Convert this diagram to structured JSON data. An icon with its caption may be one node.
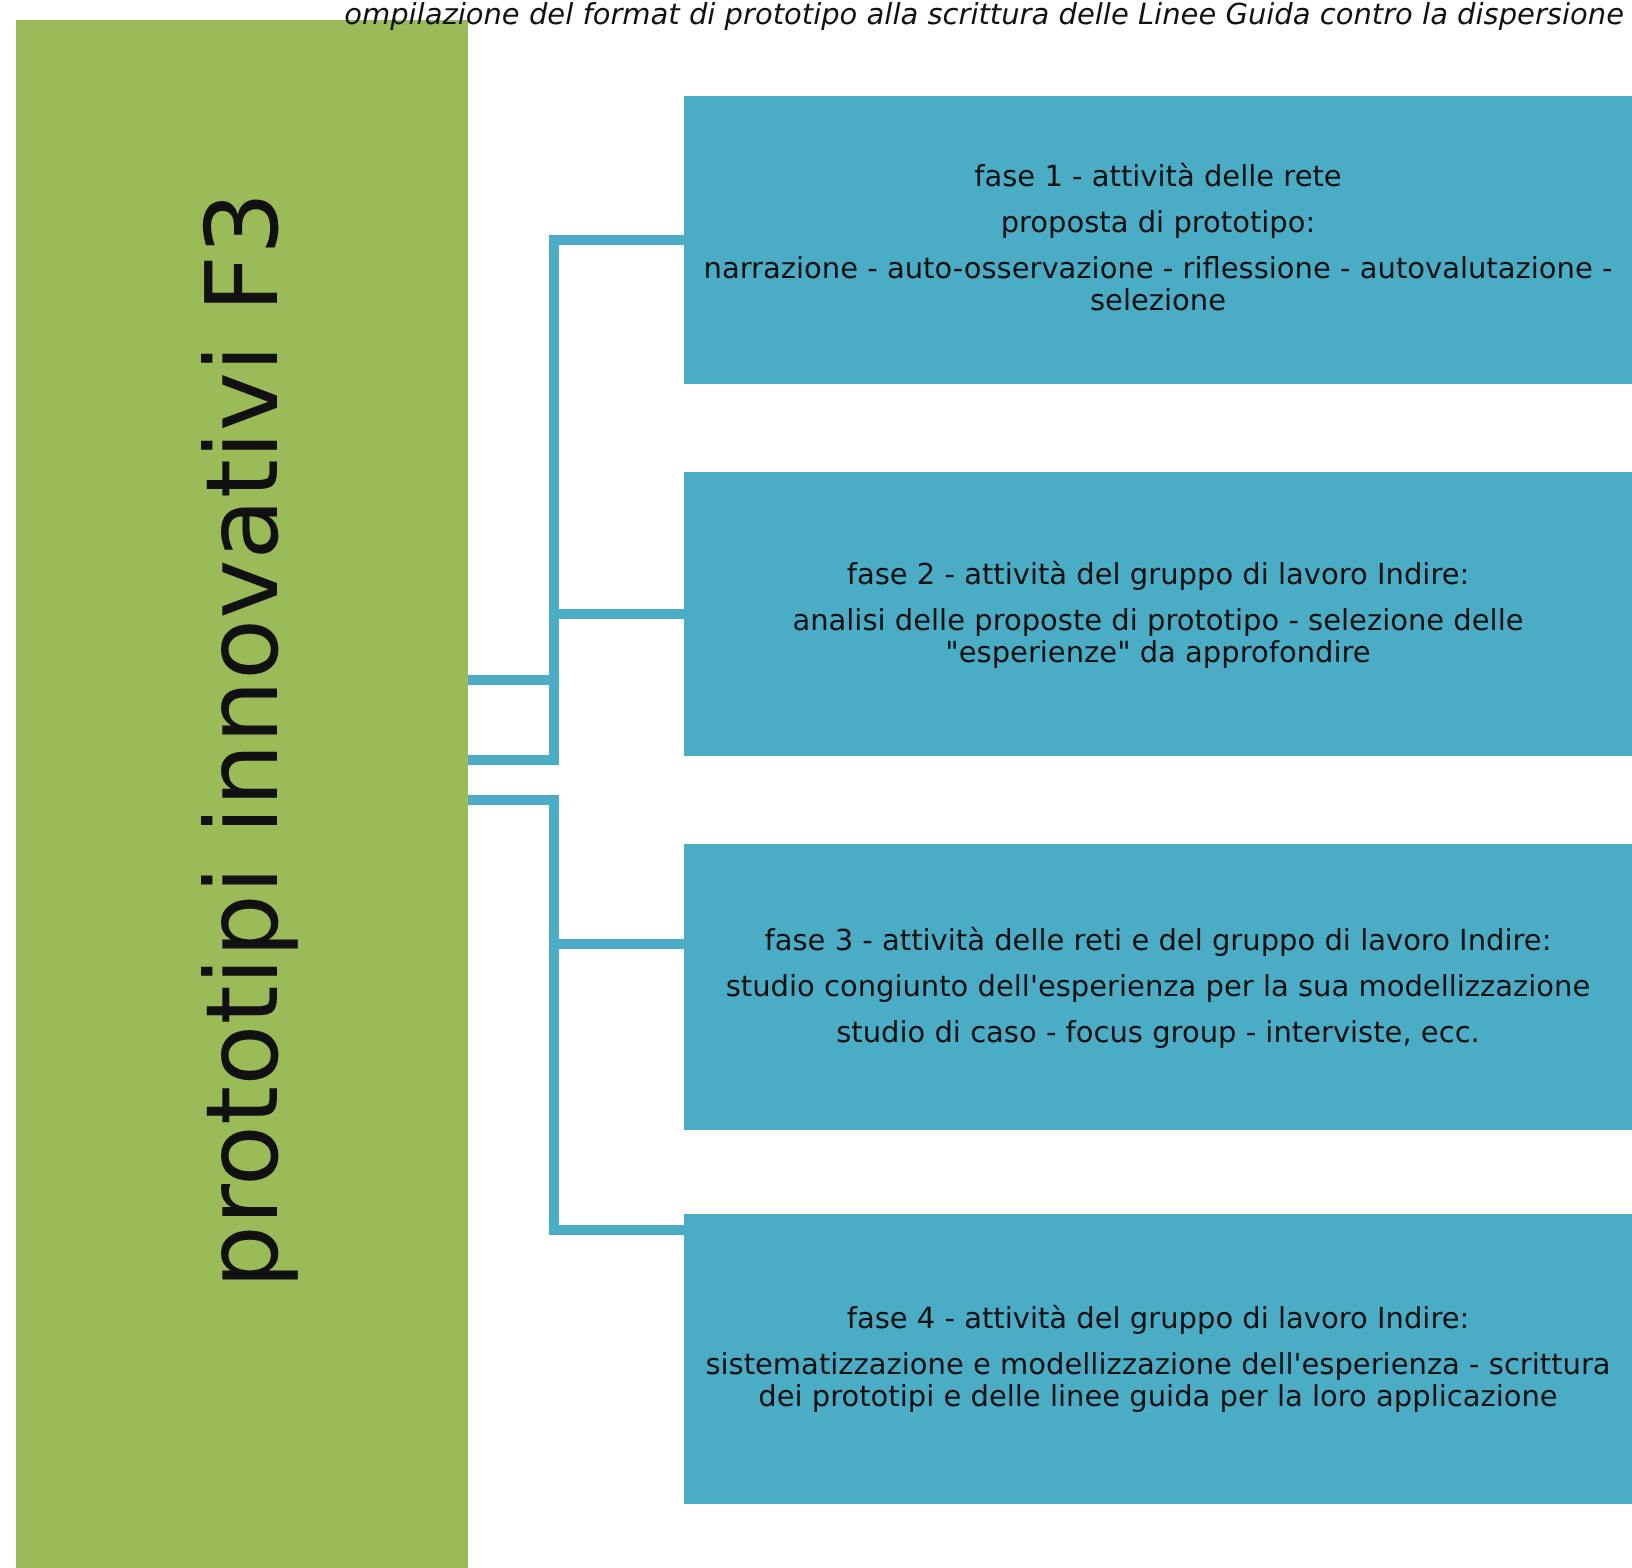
{
  "diagram": {
    "nodes": [
      {
        "text": [
          "prototipi innovativi F3"
        ]
      },
      {
        "text": [
          "fase 1 - attività delle rete",
          "proposta di prototipo:",
          "narrazione - auto-osservazione - riflessione - autovalutazione - selezione"
        ]
      },
      {
        "text": [
          "fase 2 - attività del gruppo di lavoro Indire:",
          "analisi delle proposte di prototipo - selezione delle \"esperienze\" da approfondire"
        ]
      },
      {
        "text": [
          "fase 3 - attività delle reti e del gruppo di lavoro Indire:",
          "studio congiunto dell'esperienza per la sua modellizzazione",
          "studio di caso - focus group - interviste, ecc."
        ]
      },
      {
        "text": [
          "fase 4 - attività del gruppo di lavoro Indire:",
          "sistematizzazione e modellizzazione dell'esperienza - scrittura dei prototipi e delle linee guida per la loro applicazione"
        ]
      }
    ],
    "edges": [
      {
        "from": 0,
        "to": 1,
        "arrow": "none"
      },
      {
        "from": 0,
        "to": 2,
        "arrow": "none"
      },
      {
        "from": 0,
        "to": 3,
        "arrow": "none"
      },
      {
        "from": 0,
        "to": 4,
        "arrow": "none"
      }
    ],
    "labels": [
      "ompilazione del format di prototipo alla scrittura delle Linee Guida contro la dispersione"
    ]
  }
}
